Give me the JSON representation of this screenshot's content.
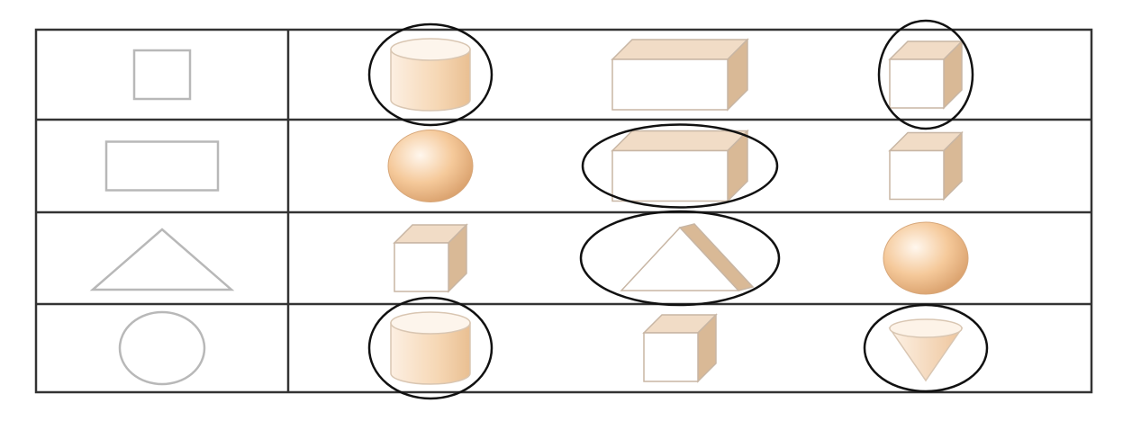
{
  "colors": {
    "background": "#ffffff",
    "grid_line": "#333333",
    "outline_2d": "#b8b8b8",
    "face_light": "#fbf1e6",
    "face_top": "#f1dcc6",
    "face_side": "#d9b996",
    "solid_fill": "#f3c89b",
    "selection_ring": "#111111"
  },
  "table": {
    "rows": [
      {
        "flat_shape": "square",
        "options": [
          {
            "solid": "cylinder",
            "selected": true
          },
          {
            "solid": "cuboid",
            "selected": false
          },
          {
            "solid": "cube",
            "selected": true
          }
        ]
      },
      {
        "flat_shape": "rectangle",
        "options": [
          {
            "solid": "sphere",
            "selected": false
          },
          {
            "solid": "cuboid",
            "selected": true
          },
          {
            "solid": "cube",
            "selected": false
          }
        ]
      },
      {
        "flat_shape": "triangle",
        "options": [
          {
            "solid": "cube",
            "selected": false
          },
          {
            "solid": "triangular-prism",
            "selected": true
          },
          {
            "solid": "sphere",
            "selected": false
          }
        ]
      },
      {
        "flat_shape": "circle",
        "options": [
          {
            "solid": "cylinder",
            "selected": true
          },
          {
            "solid": "cube",
            "selected": false
          },
          {
            "solid": "cone",
            "selected": true
          }
        ]
      }
    ]
  }
}
